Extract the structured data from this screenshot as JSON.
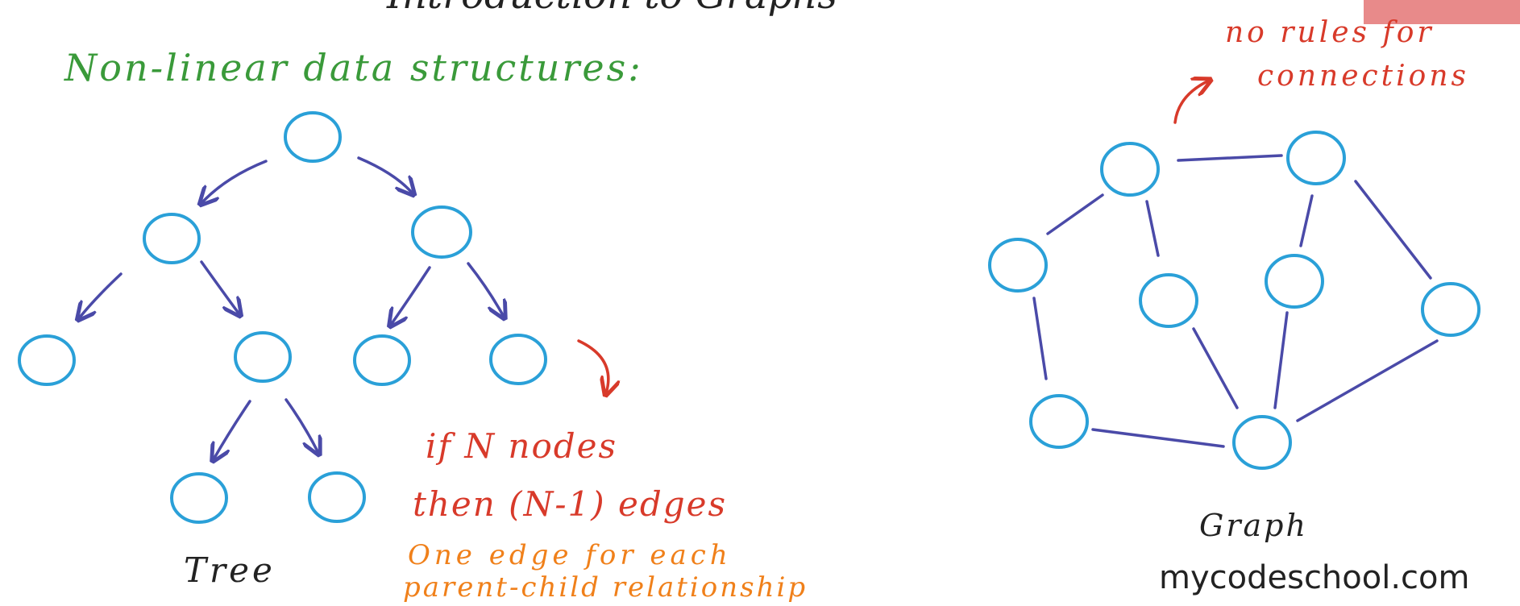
{
  "title_partial": "Introduction to Graphs",
  "heading": "Non-linear data structures:",
  "tree": {
    "label": "Tree",
    "note_line1": "if N nodes",
    "note_line2": "then (N-1) edges",
    "note_line3": "One edge for each",
    "note_line4": "parent-child relationship"
  },
  "graph": {
    "label": "Graph",
    "note_line1": "no rules for",
    "note_line2": "connections"
  },
  "watermark": "mycodeschool.com",
  "colors": {
    "heading": "#3a9a3a",
    "node": "#2aa0d8",
    "edge": "#4a4aa8",
    "note_red": "#d83a2a",
    "note_orange": "#f0801a",
    "text_dark": "#222222",
    "corner_box": "#e88a8a"
  }
}
